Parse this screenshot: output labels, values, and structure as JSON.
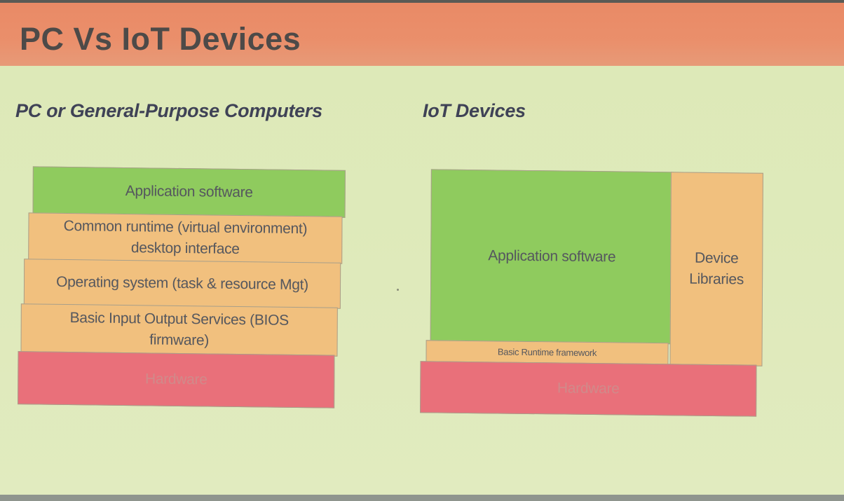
{
  "slide": {
    "title": "PC Vs IoT Devices",
    "colors": {
      "header_band": "#ea8f6b",
      "body_background": "#dde9b8",
      "title_text": "#4d4a48",
      "heading_text": "#3f4256",
      "layer_green": "#8fcb5e",
      "layer_orange": "#f1c07e",
      "layer_red": "#e9707a"
    }
  },
  "pc": {
    "heading": "PC or General-Purpose Computers",
    "layers": {
      "application": "Application software",
      "runtime_line1": "Common runtime (virtual environment)",
      "runtime_line2": "desktop interface",
      "os": "Operating system (task & resource Mgt)",
      "bios_line1": "Basic Input Output Services (BIOS",
      "bios_line2": "firmware)",
      "hardware": "Hardware"
    }
  },
  "iot": {
    "heading": "IoT Devices",
    "layers": {
      "application": "Application software",
      "runtime": "Basic Runtime framework",
      "libraries_line1": "Device",
      "libraries_line2": "Libraries",
      "hardware": "Hardware"
    }
  }
}
